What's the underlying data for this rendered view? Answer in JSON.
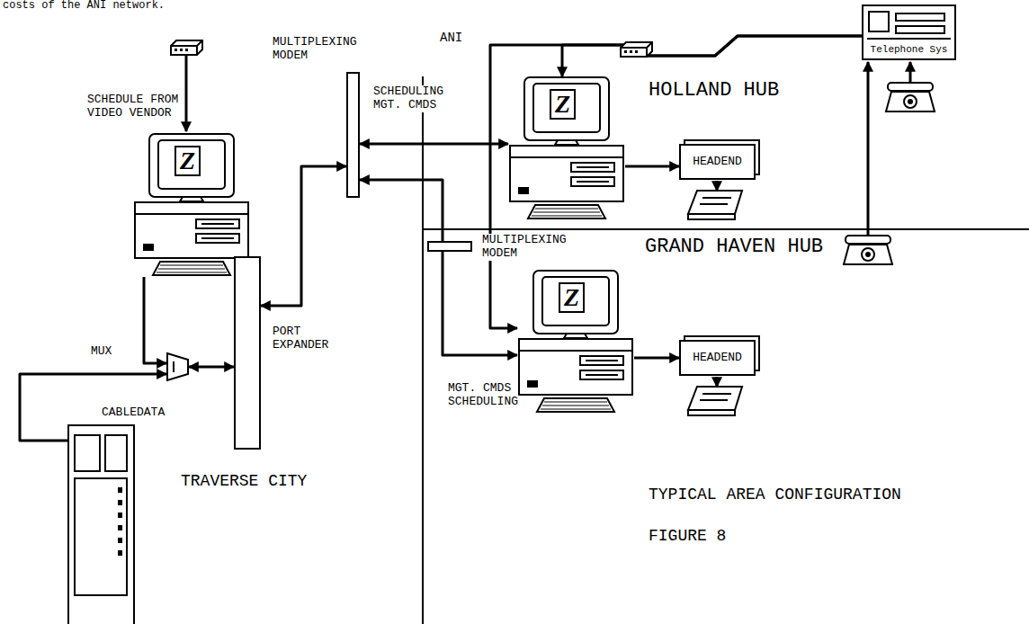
{
  "diagram": {
    "nodes": [
      {
        "text": [
          "Z"
        ]
      },
      {
        "text": [
          "MUX"
        ]
      },
      {
        "text": [
          "CABLEDATA"
        ]
      },
      {
        "text": [
          "PORT EXPANDER"
        ]
      },
      {
        "text": [
          "MULTIPLEXING MODEM"
        ]
      },
      {
        "text": [
          "Z"
        ]
      },
      {
        "text": [
          "HEADEND"
        ]
      },
      {
        "text": [
          "Telephone Sys"
        ]
      },
      {
        "text": [
          "MULTIPLEXING MODEM"
        ]
      },
      {
        "text": [
          "Z"
        ]
      },
      {
        "text": [
          "HEADEND"
        ]
      }
    ],
    "edges": [
      {
        "from": 0,
        "to": 1,
        "arrow": "to"
      },
      {
        "from": 2,
        "to": 1,
        "arrow": "to"
      },
      {
        "from": 1,
        "to": 3,
        "arrow": "both"
      },
      {
        "from": 3,
        "to": 4,
        "arrow": "both"
      },
      {
        "from": 4,
        "to": 5,
        "arrow": "both"
      },
      {
        "from": 8,
        "to": 4,
        "arrow": "to"
      },
      {
        "from": 8,
        "to": 9,
        "arrow": "to"
      },
      {
        "from": 5,
        "to": 6,
        "arrow": "to"
      },
      {
        "from": 9,
        "to": 10,
        "arrow": "to"
      },
      {
        "from": 7,
        "to": 5,
        "arrow": "to"
      },
      {
        "from": 7,
        "to": 9,
        "arrow": "to"
      }
    ],
    "labels": [
      "costs of the ANI network.",
      "SCHEDULE FROM VIDEO VENDOR",
      "TRAVERSE CITY",
      "SCHEDULING MGT. CMDS",
      "ANI",
      "HOLLAND HUB",
      "GRAND HAVEN HUB",
      "MGT. CMDS & SCHEDULING",
      "TYPICAL AREA CONFIGURATION",
      "FIGURE 8"
    ]
  }
}
